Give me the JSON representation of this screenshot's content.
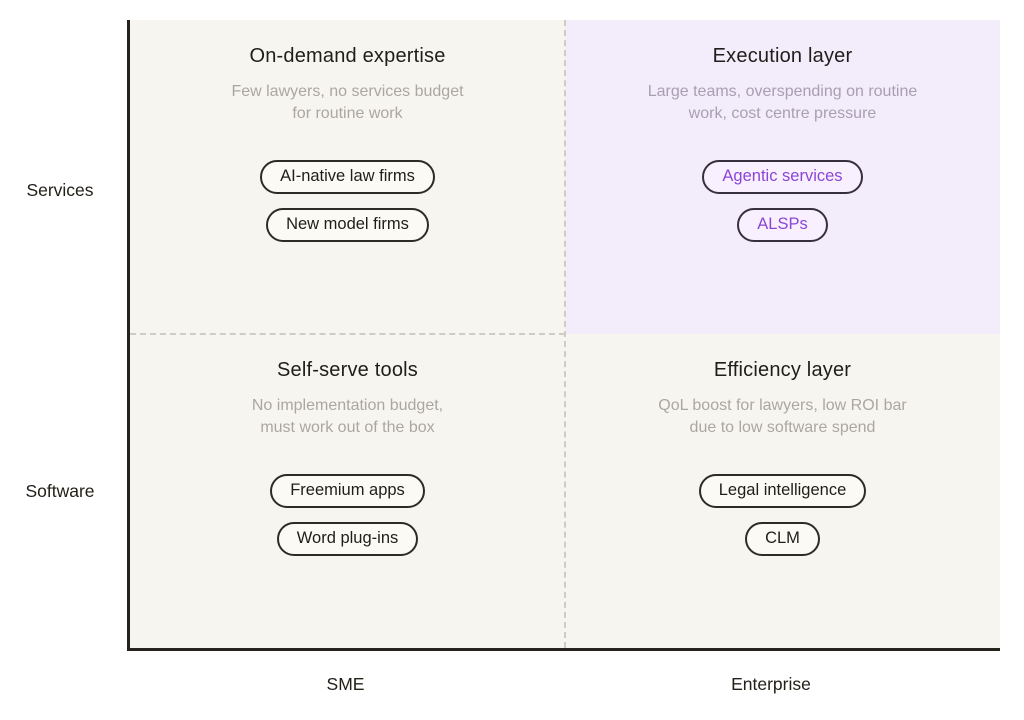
{
  "matrix": {
    "y_axis": {
      "top_label": "Services",
      "bottom_label": "Software"
    },
    "x_axis": {
      "left_label": "SME",
      "right_label": "Enterprise"
    },
    "quadrants": [
      {
        "id": "top-left",
        "title": "On-demand expertise",
        "subtitle_line1": "Few lawyers, no services budget",
        "subtitle_line2": "for routine work",
        "pills": [
          "AI-native law firms",
          "New model firms"
        ],
        "highlighted": false
      },
      {
        "id": "top-right",
        "title": "Execution layer",
        "subtitle_line1": "Large teams, overspending on routine",
        "subtitle_line2": "work, cost centre pressure",
        "pills": [
          "Agentic services",
          "ALSPs"
        ],
        "highlighted": true
      },
      {
        "id": "bottom-left",
        "title": "Self-serve tools",
        "subtitle_line1": "No implementation budget,",
        "subtitle_line2": "must work out of the box",
        "pills": [
          "Freemium apps",
          "Word plug-ins"
        ],
        "highlighted": false
      },
      {
        "id": "bottom-right",
        "title": "Efficiency layer",
        "subtitle_line1": "QoL boost for lawyers, low ROI bar",
        "subtitle_line2": "due to low software spend",
        "pills": [
          "Legal intelligence",
          "CLM"
        ],
        "highlighted": false
      }
    ],
    "colors": {
      "quadrant_background": "#f7f5ef",
      "highlight_background": "#f3edfb",
      "pill_background": "#fbfaf4",
      "highlight_pill_background": "#f8f0fe",
      "pill_border": "#2e2b26",
      "accent_text": "#8b46d6",
      "subtitle_gray": "#aba7a0",
      "axis_line": "#26231f",
      "dashed_divider": "#cfccc5"
    }
  }
}
